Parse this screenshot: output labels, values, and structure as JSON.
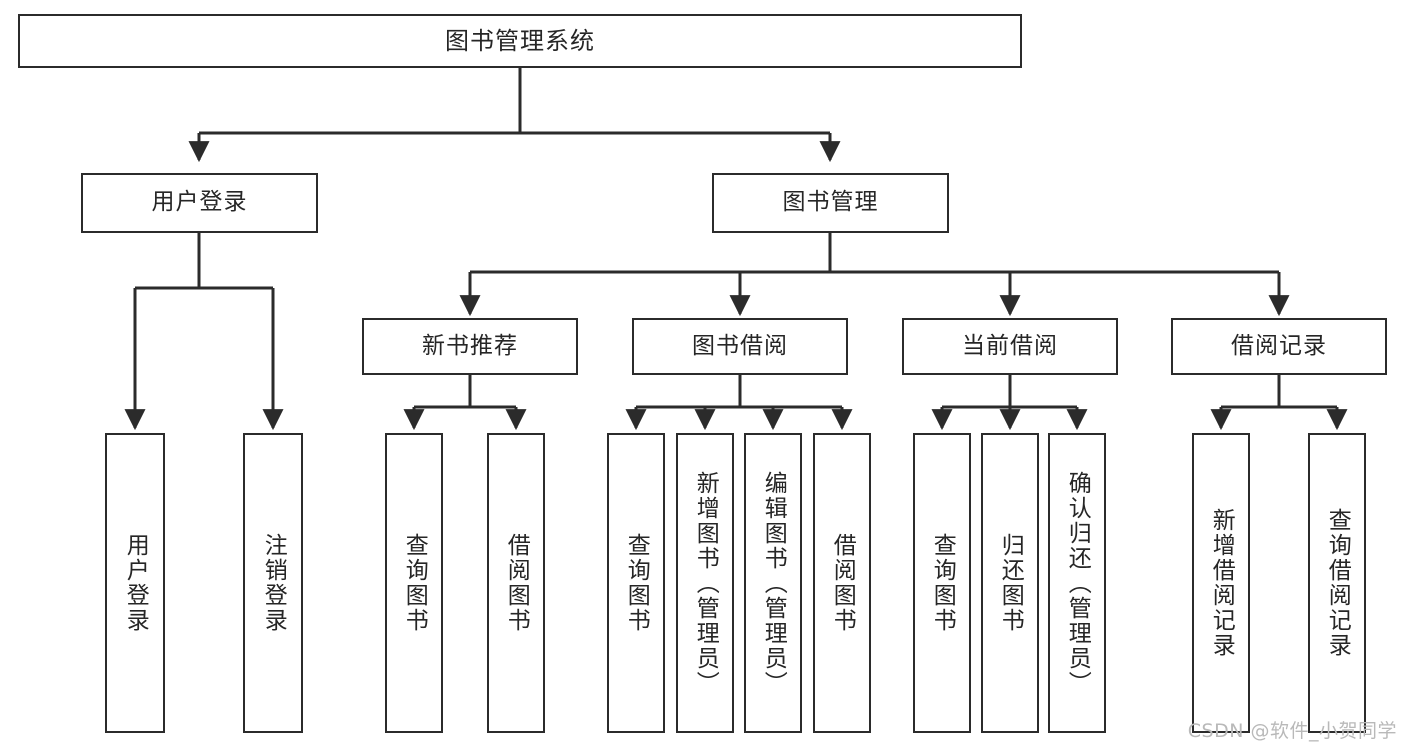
{
  "diagram": {
    "title": "图书管理系统",
    "type": "tree-hierarchy-chart",
    "line_color": "#2b2b2b",
    "text_color": "#262626",
    "background_color": "#ffffff",
    "watermark": "CSDN @软件_小贺同学"
  },
  "nodes": {
    "root": {
      "label": "图书管理系统"
    },
    "level1": [
      {
        "id": "user-login",
        "label": "用户登录"
      },
      {
        "id": "book-manage",
        "label": "图书管理"
      }
    ],
    "level2": [
      {
        "id": "new-book-recommend",
        "label": "新书推荐",
        "parent": "book-manage"
      },
      {
        "id": "book-borrow",
        "label": "图书借阅",
        "parent": "book-manage"
      },
      {
        "id": "current-borrow",
        "label": "当前借阅",
        "parent": "book-manage"
      },
      {
        "id": "borrow-record",
        "label": "借阅记录",
        "parent": "book-manage"
      }
    ],
    "leaves": [
      {
        "id": "leaf-user-login",
        "label": "用户登录",
        "parent": "user-login"
      },
      {
        "id": "leaf-logout",
        "label": "注销登录",
        "parent": "user-login"
      },
      {
        "id": "leaf-query-book-1",
        "label": "查询图书",
        "parent": "new-book-recommend"
      },
      {
        "id": "leaf-borrow-book-1",
        "label": "借阅图书",
        "parent": "new-book-recommend"
      },
      {
        "id": "leaf-query-book-2",
        "label": "查询图书",
        "parent": "book-borrow"
      },
      {
        "id": "leaf-add-book",
        "label": "新增图书（管理员）",
        "parent": "book-borrow"
      },
      {
        "id": "leaf-edit-book",
        "label": "编辑图书（管理员）",
        "parent": "book-borrow"
      },
      {
        "id": "leaf-borrow-book-2",
        "label": "借阅图书",
        "parent": "book-borrow"
      },
      {
        "id": "leaf-query-book-3",
        "label": "查询图书",
        "parent": "current-borrow"
      },
      {
        "id": "leaf-return-book",
        "label": "归还图书",
        "parent": "current-borrow"
      },
      {
        "id": "leaf-confirm-return",
        "label": "确认归还（管理员）",
        "parent": "current-borrow"
      },
      {
        "id": "leaf-add-record",
        "label": "新增借阅记录",
        "parent": "borrow-record"
      },
      {
        "id": "leaf-query-record",
        "label": "查询借阅记录",
        "parent": "borrow-record"
      }
    ]
  }
}
